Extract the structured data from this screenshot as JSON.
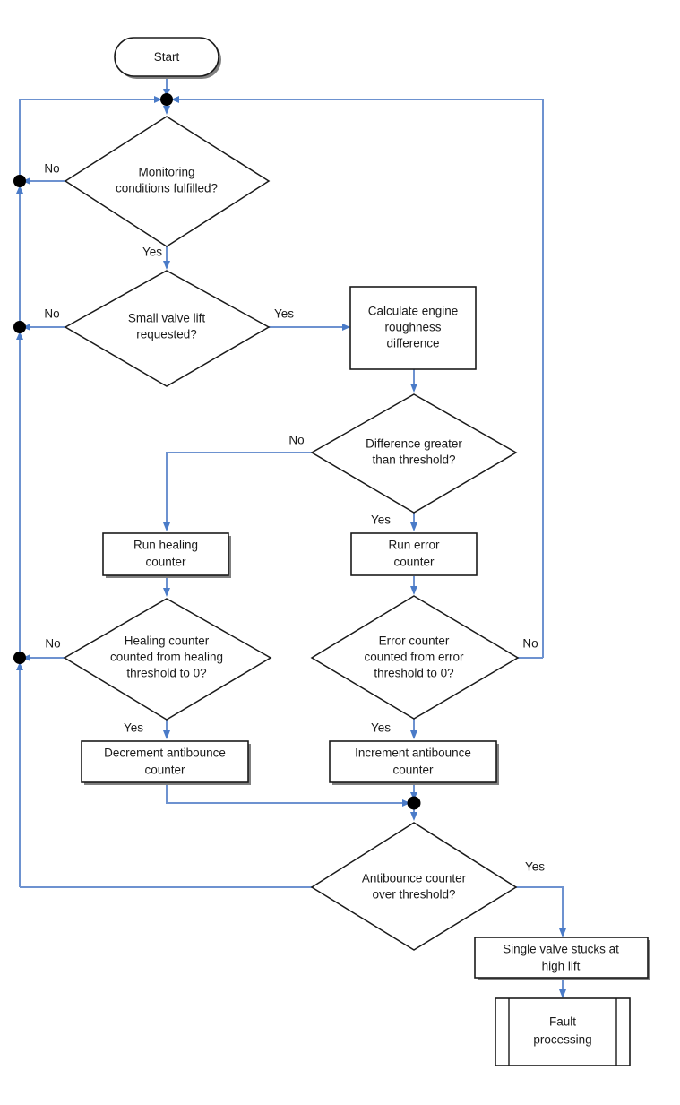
{
  "diagram": {
    "title": "Single valve stuck at high lift monitoring flowchart",
    "accent_connector_color": "#6d92d0",
    "outline_color": "#1a1a1a",
    "shadow_color": "#808080",
    "background_color": "#ffffff"
  },
  "nodes": {
    "start": {
      "label": "Start",
      "shape": "terminator"
    },
    "monitoring": {
      "line1": "Monitoring",
      "line2": "conditions fulfilled?",
      "shape": "decision"
    },
    "small_valve": {
      "line1": "Small valve lift",
      "line2": "requested?",
      "shape": "decision"
    },
    "calculate": {
      "line1": "Calculate engine",
      "line2": "roughness",
      "line3": "difference",
      "shape": "process"
    },
    "difference": {
      "line1": "Difference greater",
      "line2": "than threshold?",
      "shape": "decision"
    },
    "run_healing": {
      "line1": "Run healing",
      "line2": "counter",
      "shape": "process"
    },
    "run_error": {
      "line1": "Run error",
      "line2": "counter",
      "shape": "process"
    },
    "healing_check": {
      "line1": "Healing counter",
      "line2": "counted from healing",
      "line3": "threshold to 0?",
      "shape": "decision"
    },
    "error_check": {
      "line1": "Error counter",
      "line2": "counted from error",
      "line3": "threshold to 0?",
      "shape": "decision"
    },
    "decrement": {
      "line1": "Decrement antibounce",
      "line2": "counter",
      "shape": "process"
    },
    "increment": {
      "line1": "Increment antibounce",
      "line2": "counter",
      "shape": "process"
    },
    "antibounce_check": {
      "line1": "Antibounce counter",
      "line2": "over threshold?",
      "shape": "decision"
    },
    "single_valve_stuck": {
      "line1": "Single valve stucks at",
      "line2": "high lift",
      "shape": "process"
    },
    "fault_processing": {
      "line1": "Fault",
      "line2": "processing",
      "shape": "predefined-process"
    }
  },
  "edge_labels": {
    "monitoring_no": "No",
    "monitoring_yes": "Yes",
    "small_valve_no": "No",
    "small_valve_yes": "Yes",
    "difference_no": "No",
    "difference_yes": "Yes",
    "healing_no": "No",
    "healing_yes": "Yes",
    "error_no": "No",
    "error_yes": "Yes",
    "antibounce_yes": "Yes"
  }
}
